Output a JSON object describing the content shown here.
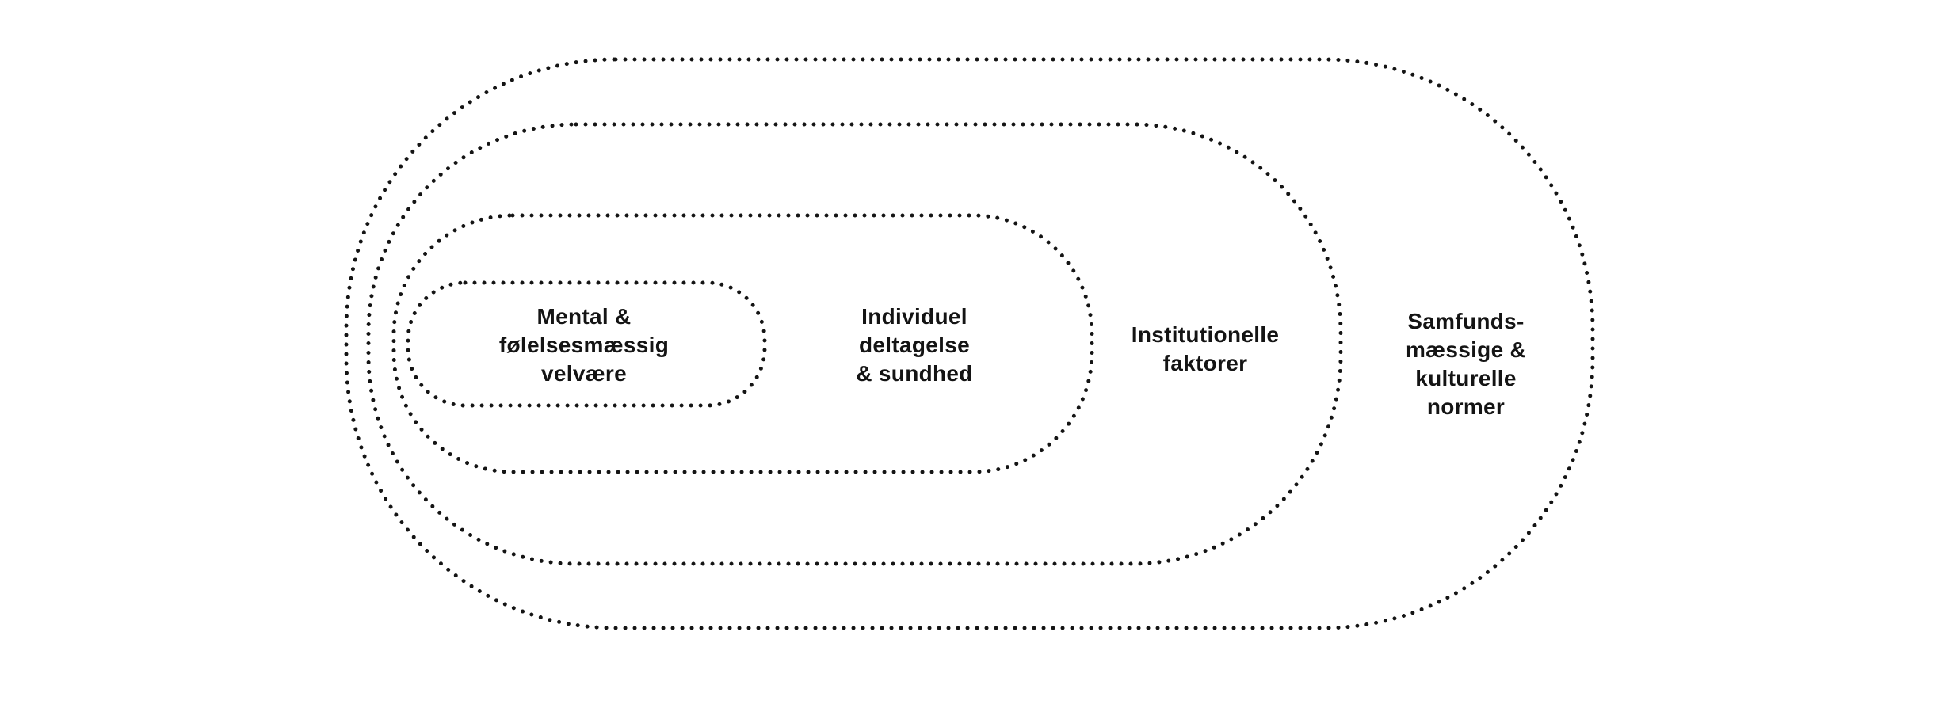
{
  "colors": {
    "background": "#ffffff",
    "ink": "#141414"
  },
  "diagram": {
    "type": "nested-rings",
    "rings": [
      {
        "level": 1,
        "label": "Mental &\nfølelsesmæssig\nvelvære"
      },
      {
        "level": 2,
        "label": "Individuel\ndeltagelse\n& sundhed"
      },
      {
        "level": 3,
        "label": "Institutionelle\nfaktorer"
      },
      {
        "level": 4,
        "label": "Samfunds-\nmæssige &\nkulturelle\nnormer"
      }
    ]
  }
}
